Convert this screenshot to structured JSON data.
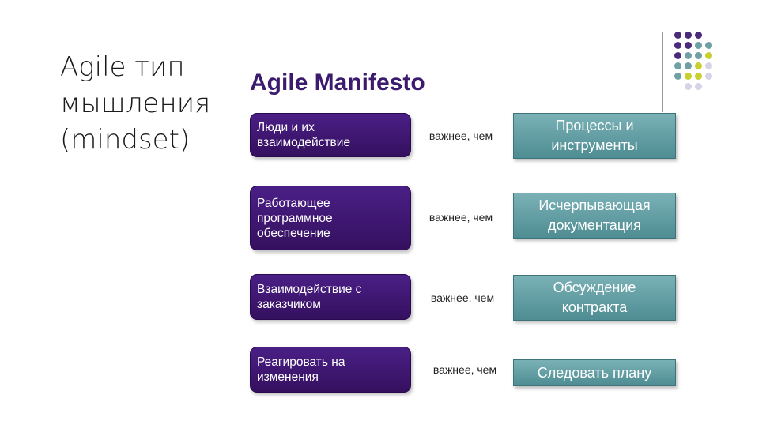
{
  "slide": {
    "title": "Agile тип\nмышления\n(mindset)",
    "heading": "Agile Manifesto"
  },
  "rows": [
    {
      "left": "Люди и их\nвзаимодействие",
      "middle": "важнее, чем",
      "right": "Процессы и\nинструменты"
    },
    {
      "left": "Работающее\nпрограммное\nобеспечение",
      "middle": "важнее, чем",
      "right": "Исчерпывающая\nдокументация"
    },
    {
      "left": "Взаимодействие с\nзаказчиком",
      "middle": "важнее, чем",
      "right": "Обсуждение\nконтракта"
    },
    {
      "left": "Реагировать на\nизменения",
      "middle": "важнее, чем",
      "right": "Следовать плану"
    }
  ],
  "colors": {
    "heading": "#3c1a6e",
    "left_box": "#3f1572",
    "right_box": "#5f9ea3",
    "dot_purple": "#4b2a7b",
    "dot_teal": "#6fa0a4",
    "dot_yellow": "#c9cf2d",
    "dot_lavender": "#d8d2e6"
  },
  "decor": {
    "dot_grid": [
      [
        "purple",
        "purple",
        "purple",
        "none"
      ],
      [
        "purple",
        "purple",
        "teal",
        "teal"
      ],
      [
        "purple",
        "teal",
        "teal",
        "yellow"
      ],
      [
        "teal",
        "teal",
        "yellow",
        "lavender"
      ],
      [
        "teal",
        "yellow",
        "yellow",
        "lavender"
      ],
      [
        "none",
        "lavender",
        "lavender",
        "none"
      ]
    ]
  }
}
